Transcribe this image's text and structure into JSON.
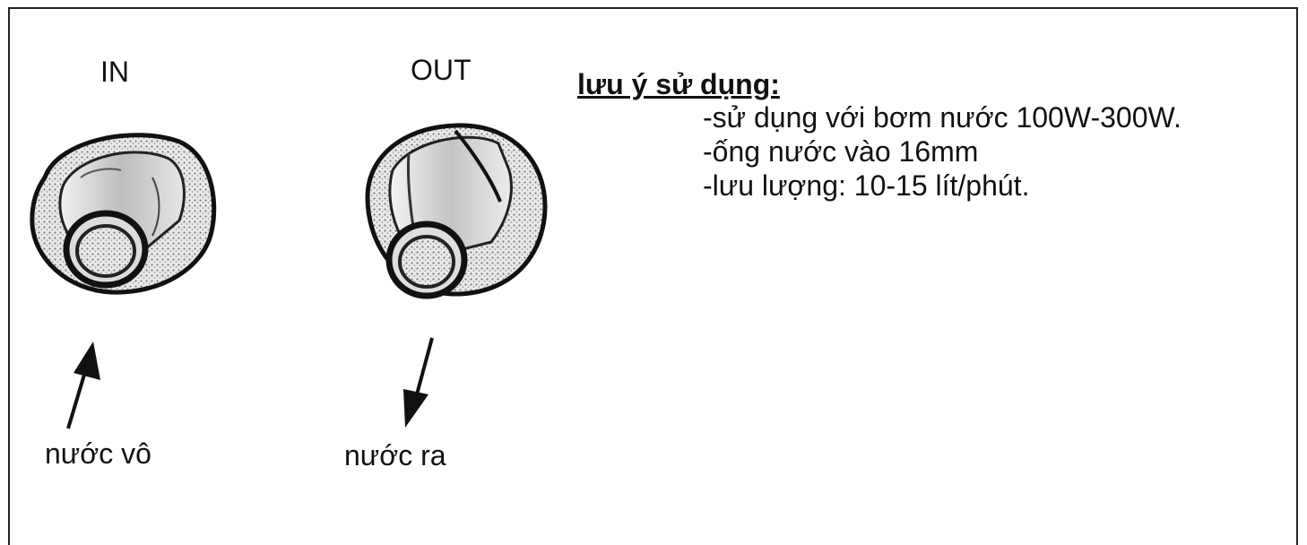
{
  "ports": {
    "in": {
      "label": "IN",
      "flow_label": "nước vô"
    },
    "out": {
      "label": "OUT",
      "flow_label": "nước ra"
    }
  },
  "notes": {
    "title": "lưu ý sử dụng:",
    "items": [
      "-sử dụng với bơm nước 100W-300W.",
      "-ống nước vào 16mm",
      "-lưu lượng: 10-15 lít/phút."
    ]
  },
  "colors": {
    "ink": "#111111",
    "shading": "#8a8a8a",
    "border": "#222222"
  }
}
